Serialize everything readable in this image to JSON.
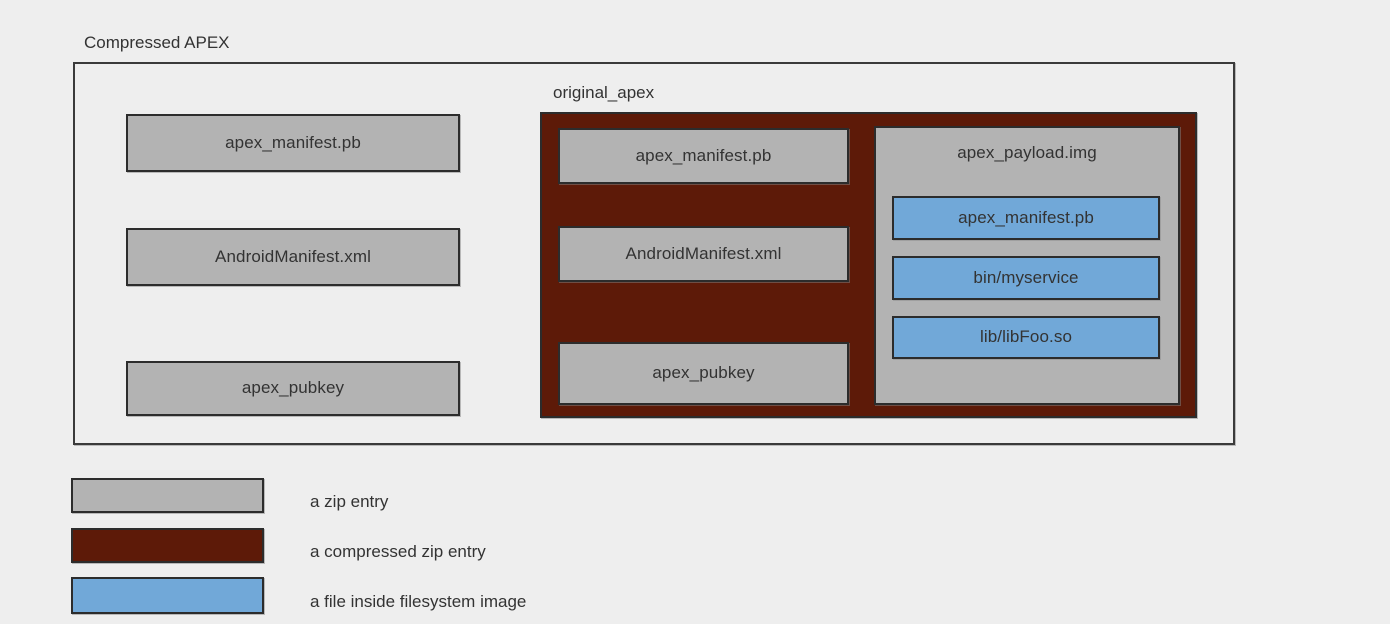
{
  "diagram": {
    "title": "Compressed APEX",
    "background_color": "#eeeeee",
    "outer_container": {
      "label": "Compressed APEX",
      "entries": [
        {
          "label": "apex_manifest.pb",
          "type": "zip-entry"
        },
        {
          "label": "AndroidManifest.xml",
          "type": "zip-entry"
        },
        {
          "label": "apex_pubkey",
          "type": "zip-entry"
        }
      ]
    },
    "original_apex": {
      "label": "original_apex",
      "type": "compressed-zip-entry",
      "entries": [
        {
          "label": "apex_manifest.pb",
          "type": "zip-entry"
        },
        {
          "label": "AndroidManifest.xml",
          "type": "zip-entry"
        },
        {
          "label": "apex_pubkey",
          "type": "zip-entry"
        }
      ],
      "payload": {
        "label": "apex_payload.img",
        "type": "zip-entry",
        "files": [
          {
            "label": "apex_manifest.pb",
            "type": "filesystem-file"
          },
          {
            "label": "bin/myservice",
            "type": "filesystem-file"
          },
          {
            "label": "lib/libFoo.so",
            "type": "filesystem-file"
          }
        ]
      }
    }
  },
  "legend": {
    "items": [
      {
        "label": "a zip entry",
        "color": "#b3b3b3",
        "swatch_name": "zip-entry-swatch"
      },
      {
        "label": "a compressed zip entry",
        "color": "#5d1a08",
        "swatch_name": "compressed-zip-entry-swatch"
      },
      {
        "label": "a file inside filesystem image",
        "color": "#71a8d8",
        "swatch_name": "filesystem-file-swatch"
      }
    ]
  },
  "colors": {
    "zip_entry": "#b3b3b3",
    "compressed_zip_entry": "#5d1a08",
    "filesystem_file": "#71a8d8",
    "background": "#eeeeee",
    "border": "#2c2c2c",
    "text": "#333333"
  }
}
